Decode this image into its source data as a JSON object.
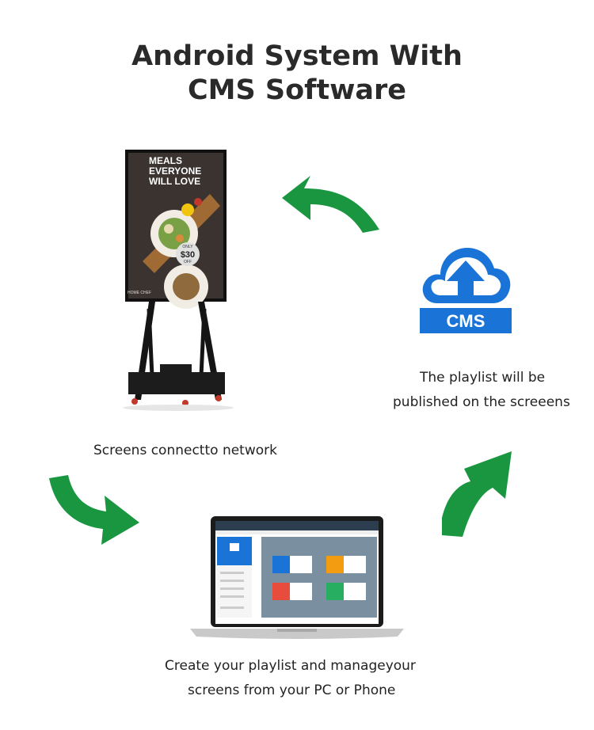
{
  "heading": {
    "line1": "Android System With",
    "line2": "CMS Software"
  },
  "kiosk_screen": {
    "headline": [
      "MEALS",
      "EVERYONE",
      "WILL LOVE"
    ],
    "price_label": "ONLY",
    "price": "$30",
    "price_note": "OFF",
    "brand": "HOME CHEF"
  },
  "cms_icon": {
    "label": "CMS",
    "color": "#1a73d6"
  },
  "captions": {
    "network": "Screens connectto network",
    "publish_line1": "The playlist will be",
    "publish_line2": "published on the screeens",
    "create_line1": "Create your playlist and manageyour",
    "create_line2": "screens from your PC or Phone"
  },
  "arrow_color": "#1a9641"
}
